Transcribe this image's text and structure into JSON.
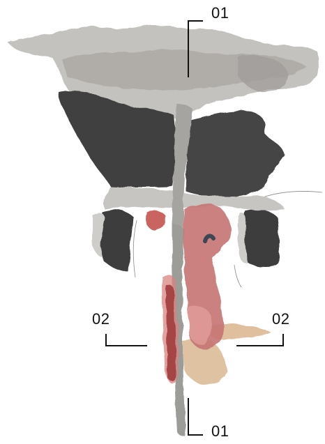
{
  "labels": {
    "section_top": "01",
    "section_bottom": "01",
    "section_left": "02",
    "section_right": "02"
  },
  "colors": {
    "upper_wash": "#b8b6b2",
    "dark_blocks": "#3d3d3d",
    "stem_gray": "#9a9a98",
    "pink": "#c86a6a",
    "deep_red": "#9e3a3a",
    "tan": "#d9b48e",
    "leader_lines": "#111111"
  }
}
